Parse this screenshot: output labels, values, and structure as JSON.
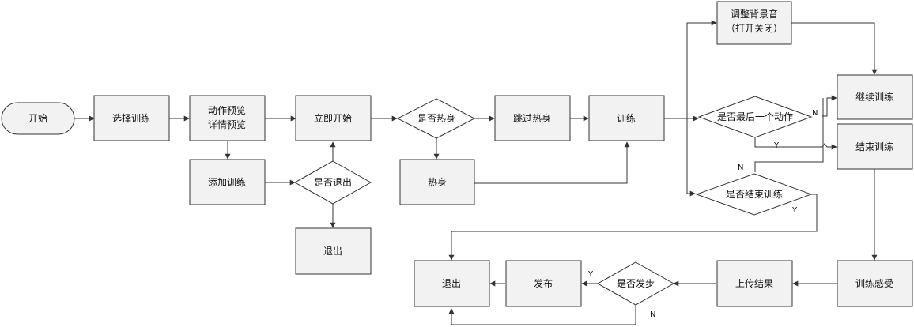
{
  "nodes": {
    "start": "开始",
    "select_training": "选择训练",
    "preview_line1": "动作预览",
    "preview_line2": "详情预览",
    "add_training": "添加训练",
    "start_now": "立即开始",
    "exit_q": "是否退出",
    "exit_top": "退出",
    "warmup_q": "是否热身",
    "skip_warmup": "跳过热身",
    "warmup": "热身",
    "training": "训练",
    "adjust_bg_line1": "调整背景音",
    "adjust_bg_line2": "（打开关闭）",
    "last_action_q": "是否最后一个动作",
    "end_training_q": "是否结束训练",
    "continue_training": "继续训练",
    "end_training": "结束训练",
    "feeling": "训练感受",
    "upload": "上传结果",
    "publish_q": "是否发步",
    "publish": "发布",
    "exit_bottom": "退出"
  },
  "edge_labels": {
    "last_n": "N",
    "last_y": "Y",
    "end_n": "N",
    "end_y": "Y",
    "pub_y": "Y",
    "pub_n": "N"
  }
}
